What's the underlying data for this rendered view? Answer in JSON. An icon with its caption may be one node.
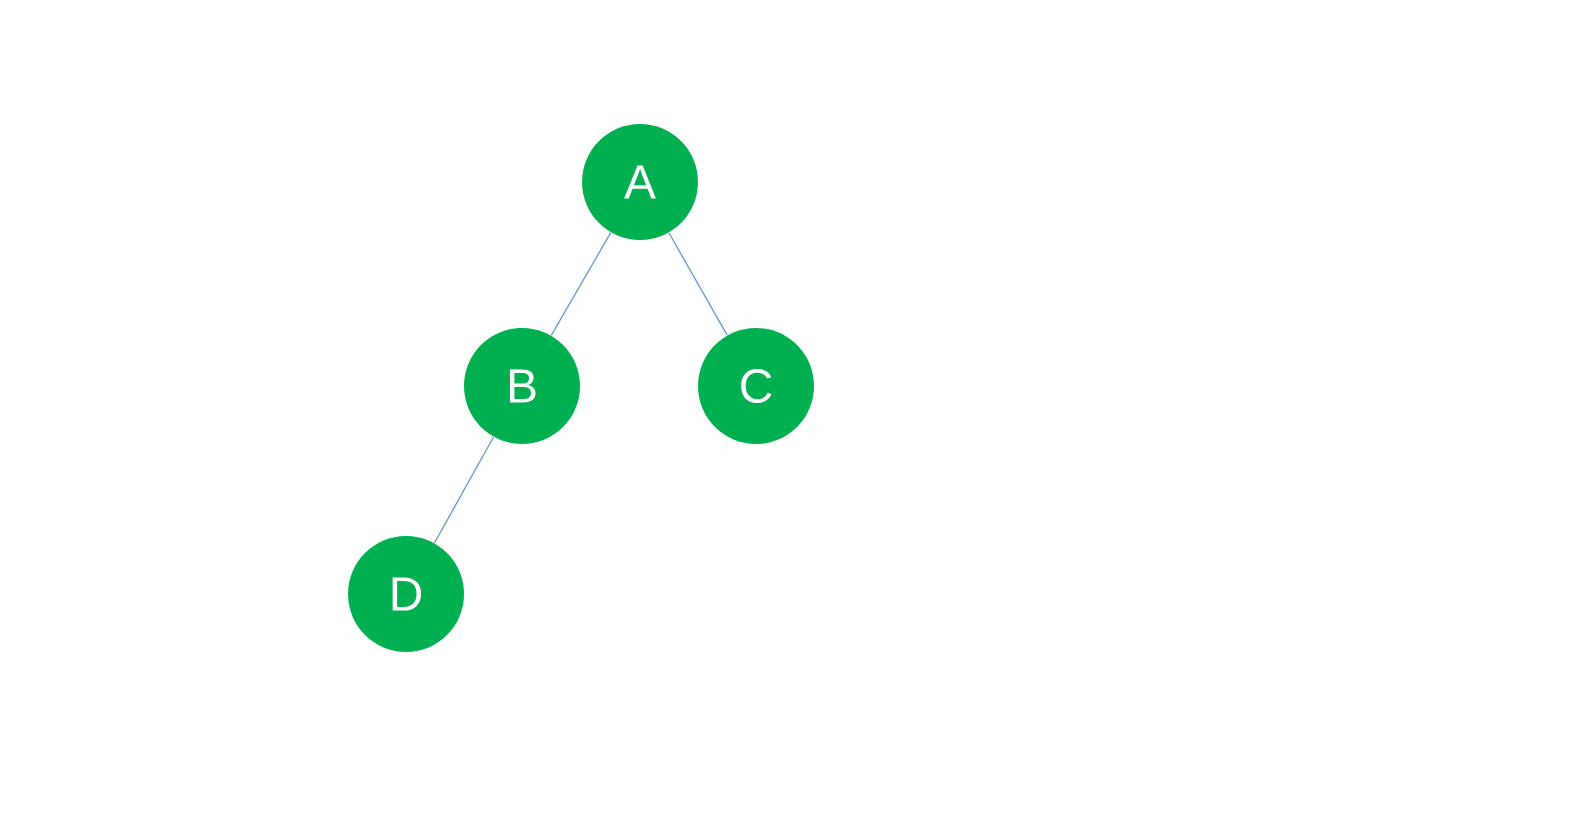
{
  "diagram": {
    "nodes": [
      {
        "text": [
          "A"
        ]
      },
      {
        "text": [
          "B"
        ]
      },
      {
        "text": [
          "C"
        ]
      },
      {
        "text": [
          "D"
        ]
      }
    ],
    "edges": [
      {
        "from": 0,
        "to": 1,
        "arrow": "none"
      },
      {
        "from": 0,
        "to": 2,
        "arrow": "none"
      },
      {
        "from": 1,
        "to": 3,
        "arrow": "none"
      }
    ]
  }
}
